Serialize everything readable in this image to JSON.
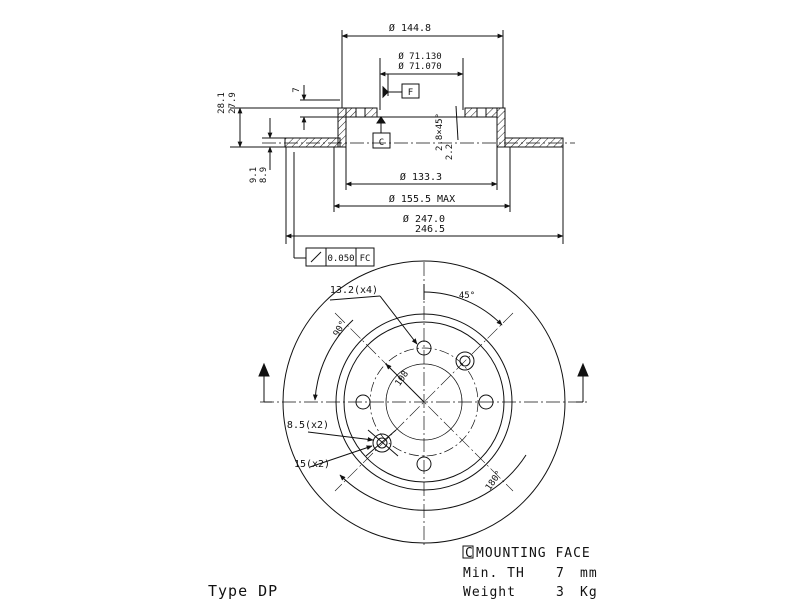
{
  "section": {
    "outer_diameter_label": "Ø 144.8",
    "hub_bore_upper": "Ø 71.130",
    "hub_bore_lower": "Ø 71.070",
    "flag_letter": "F",
    "mounting_flag_letter": "C",
    "height_upper": "28.1",
    "height_lower": "27.9",
    "thickness_label": "7",
    "chamfer_upper": "2.8×45°",
    "chamfer_lower": "2.2",
    "flange_upper": "9.1",
    "flange_lower": "8.9",
    "inner_diameter_label": "Ø 133.3",
    "max_diameter_label": "Ø 155.5 MAX",
    "disc_diameter_upper": "Ø 247.0",
    "disc_diameter_lower": "246.5",
    "runout_value": "0.050",
    "runout_datum": "FC"
  },
  "plan": {
    "bolt_hole_label": "13.2(x4)",
    "angle_45": "45°",
    "angle_90": "90°",
    "pcd_label": "108",
    "hole_85_label": "8.5(x2)",
    "hole_15_label": "15(x2)",
    "angle_180": "180°"
  },
  "legend": {
    "mounting_symbol": "C",
    "mounting_text": "MOUNTING FACE",
    "min_th_label": "Min. TH",
    "min_th_value": "7",
    "min_th_unit": "mm",
    "weight_label": "Weight",
    "weight_value": "3",
    "weight_unit": "Kg"
  },
  "type_label": "Type DP"
}
